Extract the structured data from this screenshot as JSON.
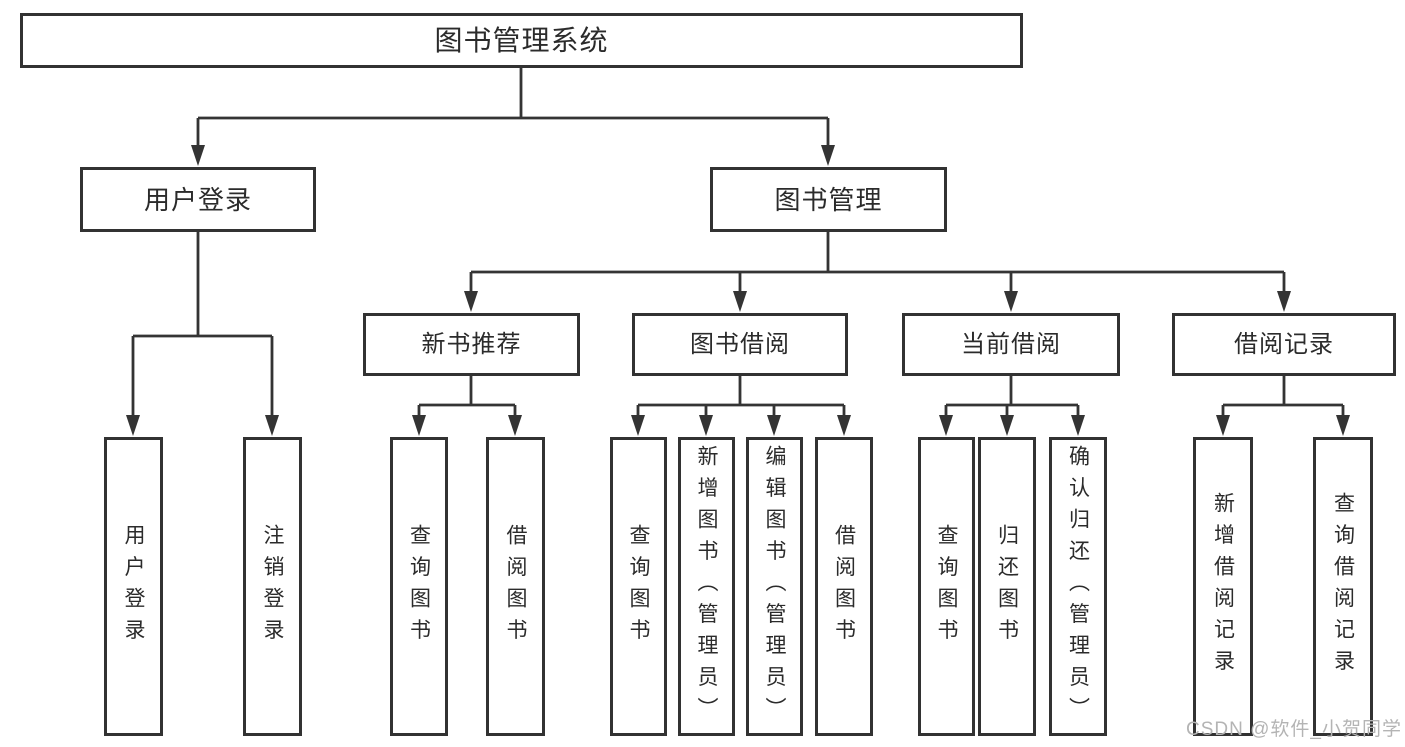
{
  "page": {
    "background": "#ffffff"
  },
  "diagram": {
    "type": "tree",
    "root": {
      "label": "图书管理系统"
    },
    "branches": [
      {
        "label": "用户登录",
        "children": [
          {
            "label": "用户登录"
          },
          {
            "label": "注销登录"
          }
        ]
      },
      {
        "label": "图书管理",
        "children": [
          {
            "label": "新书推荐",
            "children": [
              {
                "label": "查询图书"
              },
              {
                "label": "借阅图书"
              }
            ]
          },
          {
            "label": "图书借阅",
            "children": [
              {
                "label": "查询图书"
              },
              {
                "label": "新增图书（管理员）"
              },
              {
                "label": "编辑图书（管理员）"
              },
              {
                "label": "借阅图书"
              }
            ]
          },
          {
            "label": "当前借阅",
            "children": [
              {
                "label": "查询图书"
              },
              {
                "label": "归还图书"
              },
              {
                "label": "确认归还（管理员）"
              }
            ]
          },
          {
            "label": "借阅记录",
            "children": [
              {
                "label": "新增借阅记录"
              },
              {
                "label": "查询借阅记录"
              }
            ]
          }
        ]
      }
    ],
    "colors": {
      "border": "#323232",
      "line": "#343434",
      "text": "#2b2b2b",
      "box_fill": "#ffffff"
    }
  },
  "watermark": {
    "text": "CSDN @软件_小贺同学",
    "color": "#b4b4b4"
  }
}
